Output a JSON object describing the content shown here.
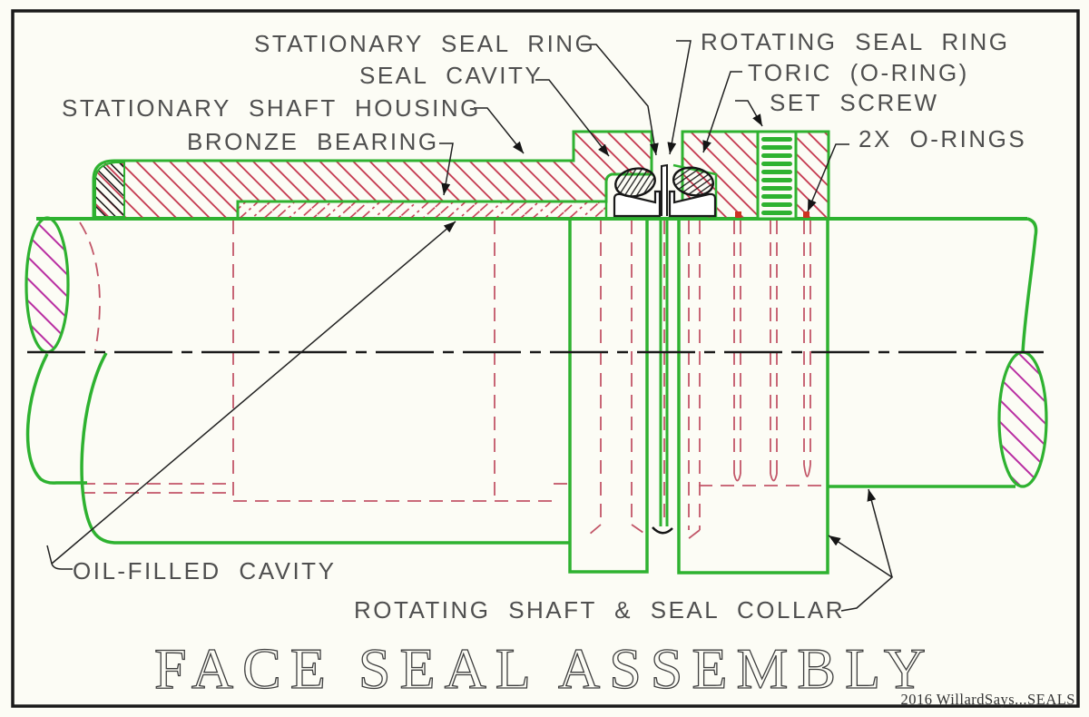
{
  "drawing": {
    "title": "FACE SEAL ASSEMBLY",
    "credit": "2016 WillardSays...SEALS",
    "labels": {
      "stationary_seal_ring": "STATIONARY SEAL RING",
      "rotating_seal_ring": "ROTATING SEAL RING",
      "seal_cavity": "SEAL CAVITY",
      "toric_o_ring": "TORIC (O-RING)",
      "stationary_shaft_housing": "STATIONARY SHAFT HOUSING",
      "set_screw": "SET SCREW",
      "bronze_bearing": "BRONZE BEARING",
      "two_x_o_rings": "2X O-RINGS",
      "oil_filled_cavity": "OIL-FILLED CAVITY",
      "rotating_shaft_seal_collar": "ROTATING SHAFT & SEAL COLLAR"
    },
    "colors": {
      "outline_green": "#2eb230",
      "hatch_red": "#c23048",
      "hatch_magenta": "#b92fa2",
      "hidden_red": "#c25668",
      "line_black": "#1a1a1a",
      "text_gray": "#4f4f4f",
      "o_ring_dot_red": "#cc3322"
    }
  }
}
